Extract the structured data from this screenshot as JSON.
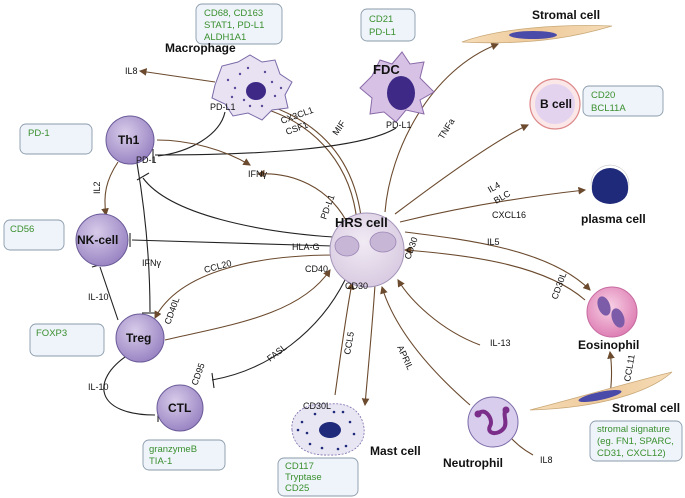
{
  "cells": {
    "macrophage": "Macrophage",
    "fdc": "FDC",
    "stromal_top": "Stromal cell",
    "b_cell": "B cell",
    "th1": "Th1",
    "hrs": "HRS cell",
    "plasma": "plasma cell",
    "nk": "NK-cell",
    "treg": "Treg",
    "eosinophil": "Eosinophil",
    "ctl": "CTL",
    "mast": "Mast cell",
    "neutrophil": "Neutrophil",
    "stromal_bottom": "Stromal cell"
  },
  "marker_boxes": {
    "macrophage": [
      "CD68, CD163",
      "STAT1, PD-L1",
      "ALDH1A1"
    ],
    "fdc": [
      "CD21",
      "PD-L1"
    ],
    "b_cell": [
      "CD20",
      "BCL11A"
    ],
    "th1": [
      "PD-1"
    ],
    "nk": [
      "CD56"
    ],
    "treg": [
      "FOXP3"
    ],
    "ctl": [
      "granzymeB",
      "TIA-1"
    ],
    "mast": [
      "CD117",
      "Tryptase",
      "CD25"
    ],
    "stromal": [
      "stromal signature",
      "(eg. FN1, SPARC,",
      "CD31, CXCL12)"
    ]
  },
  "edges": {
    "il8_top": "IL8",
    "pdl1_mac": "PD-L1",
    "cx3cl1": "CX3CL1",
    "csf1": "CSF1",
    "mif": "MIF",
    "pdl1_fdc": "PD-L1",
    "tnfa": "TNFa",
    "pd1": "PD-1",
    "ifng_top": "IFNγ",
    "il4": "IL4",
    "blc": "BLC",
    "il2": "IL2",
    "cxcl16": "CXCL16",
    "pdl1_hrs": "PD-L1",
    "hlag": "HLA-G",
    "cd30_right": "CD30",
    "il5": "IL5",
    "ifng_left": "IFNγ",
    "ccl20": "CCL20",
    "cd40": "CD40",
    "cd30_hrs": "CD30",
    "cd30l_eos": "CD30L",
    "il10_a": "IL-10",
    "cd40l": "CD40L",
    "il13": "IL-13",
    "fasl": "FASL",
    "ccl5": "CCL5",
    "april": "APRIL",
    "il10_b": "IL-10",
    "cd95": "CD95",
    "ccl11": "CCL11",
    "cd30l_mast": "CD30L",
    "il8_bottom": "IL8"
  },
  "colors": {
    "arrow": "#6b4a2e",
    "marker_text": "#3a8f2e",
    "box_fill": "#eef4fa",
    "hrs_fill": "#e6dcea",
    "lymph_fill": "#b9a8d4",
    "nucleus": "#3e2a86"
  }
}
